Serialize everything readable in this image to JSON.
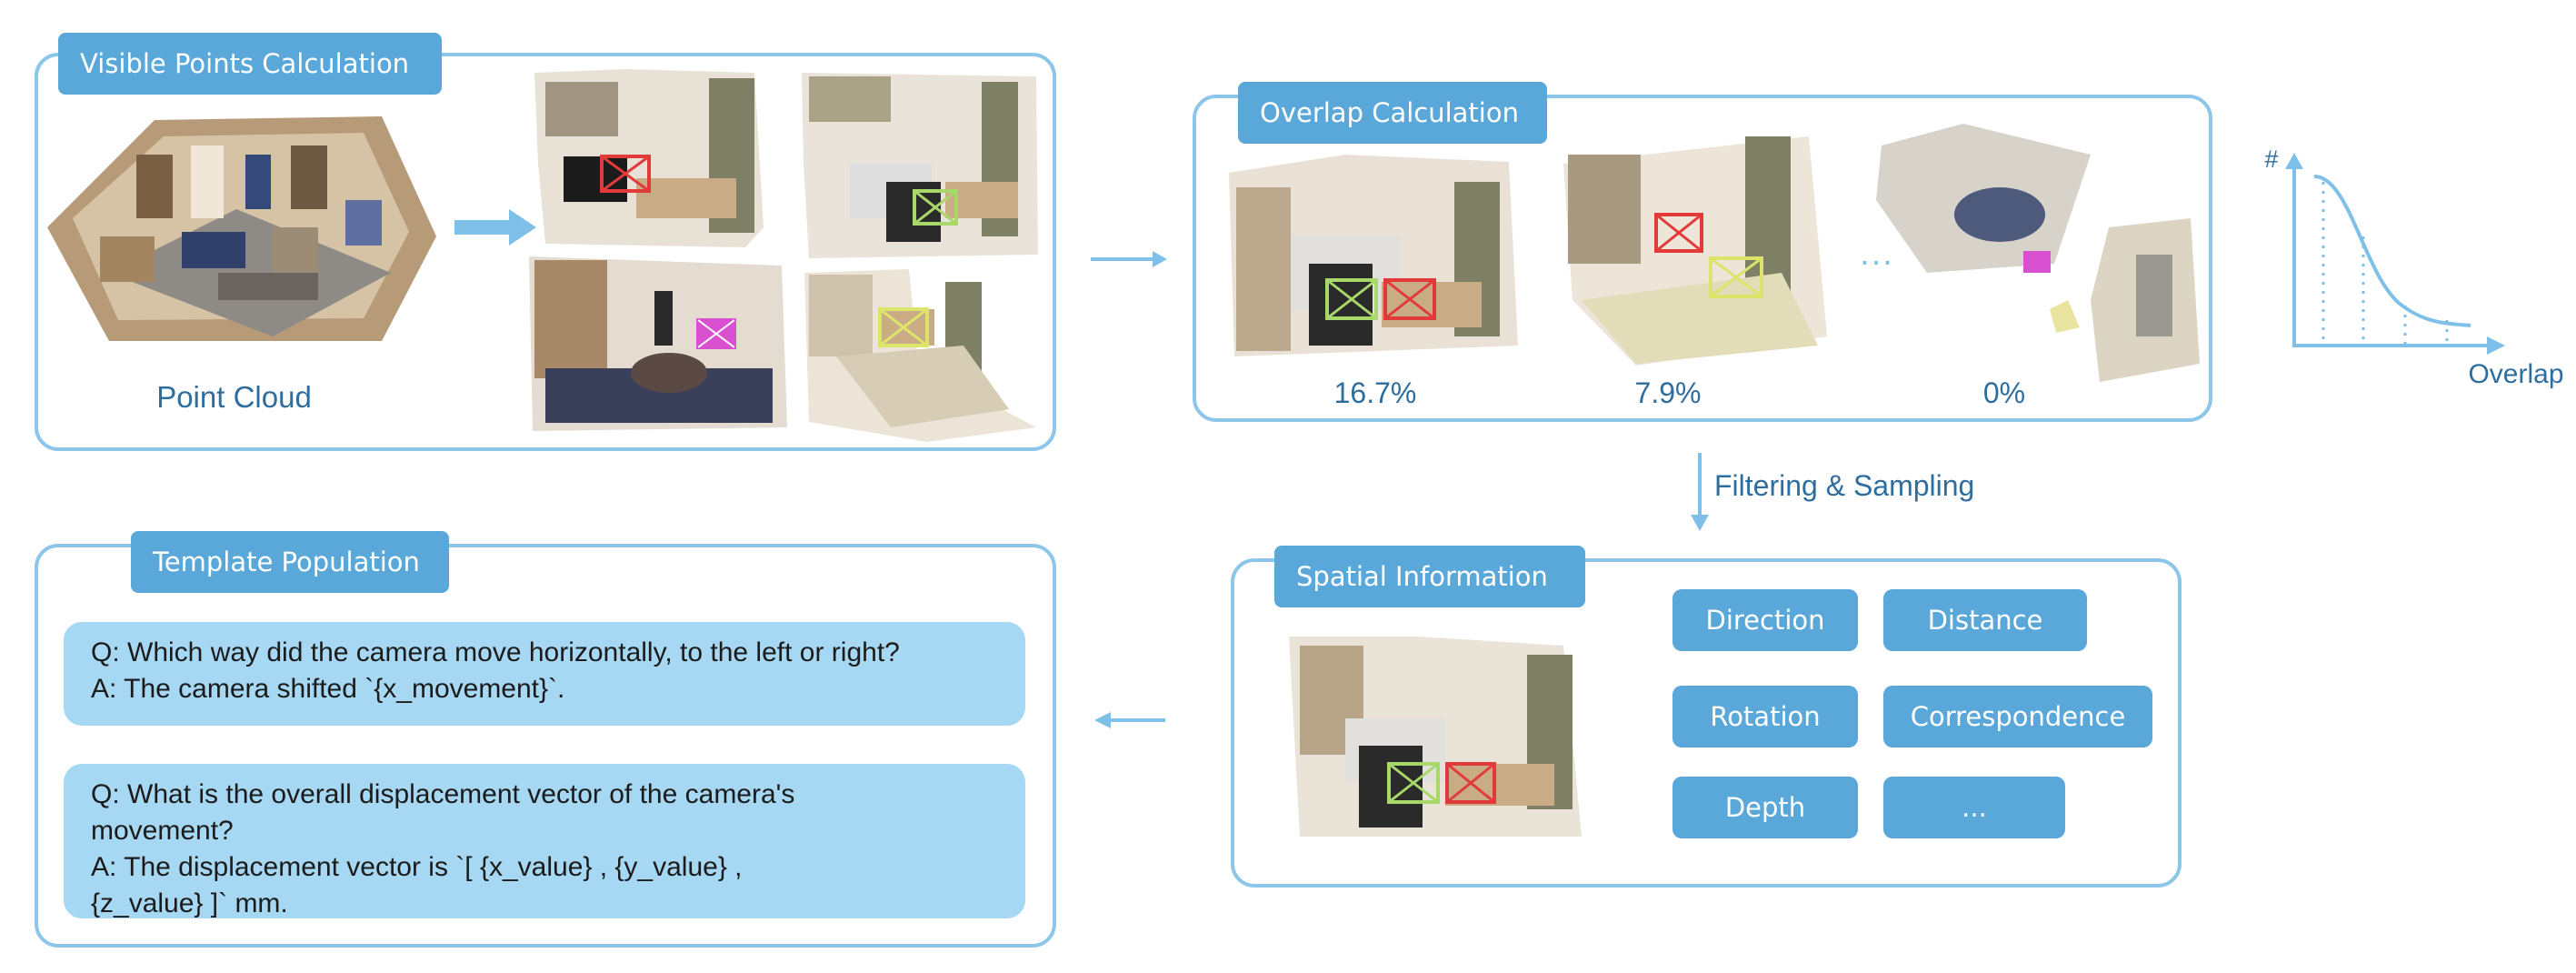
{
  "visible_points": {
    "title": "Visible Points Calculation",
    "point_cloud_label": "Point Cloud"
  },
  "overlap": {
    "title": "Overlap Calculation",
    "values": [
      "16.7%",
      "7.9%",
      "0%"
    ],
    "ellipsis": "..."
  },
  "curve": {
    "y_label": "#",
    "x_label": "Overlap"
  },
  "flow": {
    "filter_label": "Filtering & Sampling"
  },
  "spatial": {
    "title": "Spatial Information",
    "chips": [
      "Direction",
      "Distance",
      "Rotation",
      "Correspondence",
      "Depth",
      "..."
    ]
  },
  "template": {
    "title": "Template Population",
    "qa": [
      {
        "q": "Q: Which way did the camera move horizontally, to the left or right?",
        "a": "A: The camera shifted `{x_movement}`."
      },
      {
        "q": "Q: What is the overall displacement vector of the camera's movement?",
        "a": "A: The displacement vector is `[ {x_value} , {y_value} , {z_value} ]` mm."
      }
    ]
  },
  "colors": {
    "accent": "#5aa8da",
    "border": "#8cc6e8",
    "qa_bg": "#a6d8f3",
    "text": "#2e6e9e"
  }
}
